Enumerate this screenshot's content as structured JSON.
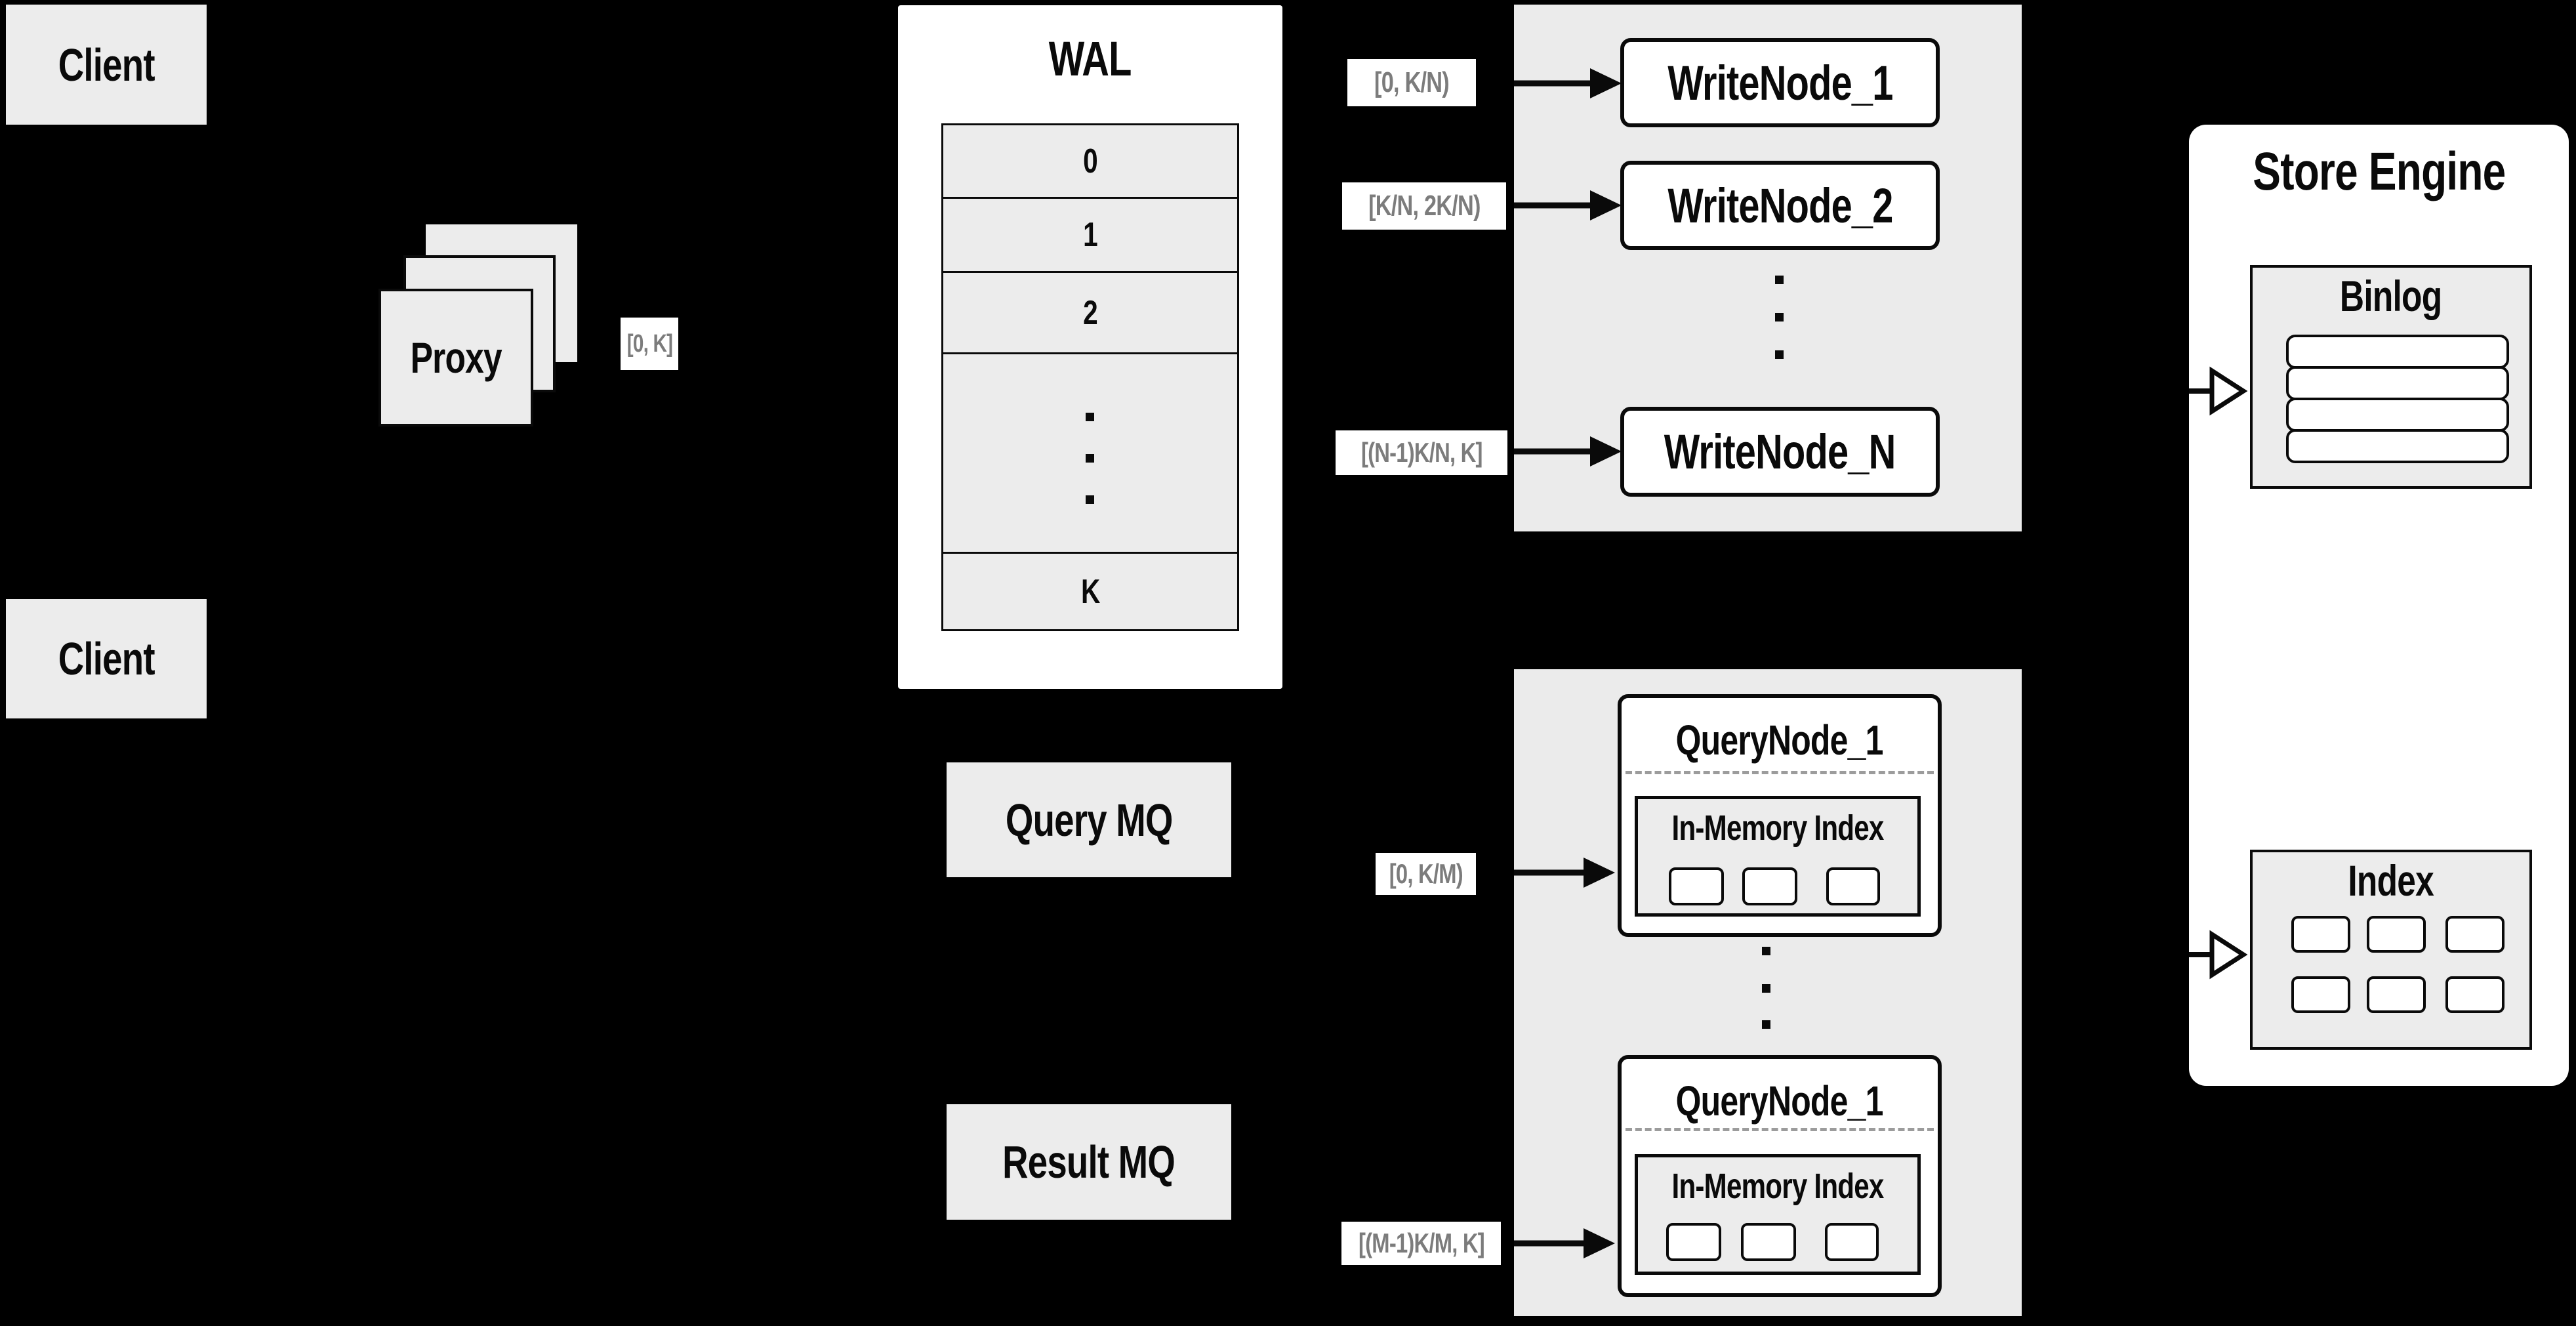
{
  "colors": {
    "background": "#000000",
    "panel": "#ffffff",
    "box_fill": "#ececec",
    "group_fill": "#ebebeb",
    "border": "#0a0a0a",
    "chip_text": "#7c7c7c",
    "dash": "#9c9c9c"
  },
  "clients": {
    "top": {
      "label": "Client"
    },
    "bottom": {
      "label": "Client"
    }
  },
  "proxy": {
    "label": "Proxy",
    "range": "[0, K]"
  },
  "wal": {
    "title": "WAL",
    "segments": {
      "s0": "0",
      "s1": "1",
      "s2": "2",
      "sK": "K"
    }
  },
  "write_group": {
    "node1": {
      "label": "WriteNode_1",
      "range": "[0, K/N)"
    },
    "node2": {
      "label": "WriteNode_2",
      "range": "[K/N, 2K/N)"
    },
    "nodeN": {
      "label": "WriteNode_N",
      "range": "[(N-1)K/N, K]"
    }
  },
  "mq": {
    "query": {
      "label": "Query MQ"
    },
    "result": {
      "label": "Result MQ"
    }
  },
  "query_group": {
    "node_top": {
      "label": "QueryNode_1",
      "memory_index": "In-Memory Index",
      "range": "[0, K/M)"
    },
    "node_bottom": {
      "label": "QueryNode_1",
      "memory_index": "In-Memory Index",
      "range": "[(M-1)K/M, K]"
    }
  },
  "store_engine": {
    "title": "Store Engine",
    "binlog": {
      "title": "Binlog"
    },
    "index": {
      "title": "Index"
    }
  }
}
